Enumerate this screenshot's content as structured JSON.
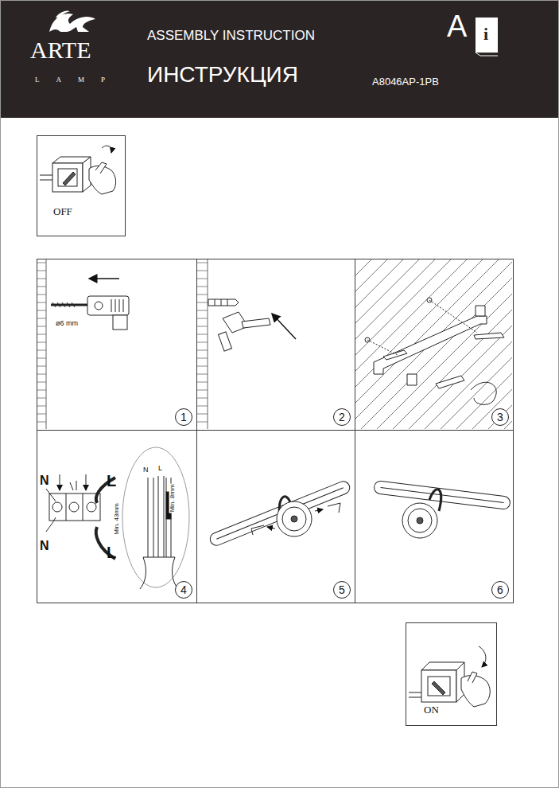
{
  "diagram": {
    "title": "ASSEMBLY INSTRUCTION",
    "nodes": [
      {
        "text": [
          "OFF"
        ]
      },
      {
        "text": [
          "1"
        ]
      },
      {
        "text": [
          "2"
        ]
      },
      {
        "text": [
          "3"
        ]
      },
      {
        "text": [
          "4"
        ]
      },
      {
        "text": [
          "5"
        ]
      },
      {
        "text": [
          "6"
        ]
      },
      {
        "text": [
          "ON"
        ]
      }
    ],
    "labels": [
      "ARTE",
      "LAMP",
      "ИНСТРУКЦИЯ",
      "A8046AP-1PB",
      "A",
      "i",
      "ø6 mm",
      "N",
      "L",
      "N",
      "L",
      "N",
      "L",
      "Min. 43mm",
      "Min. 8mm"
    ]
  }
}
